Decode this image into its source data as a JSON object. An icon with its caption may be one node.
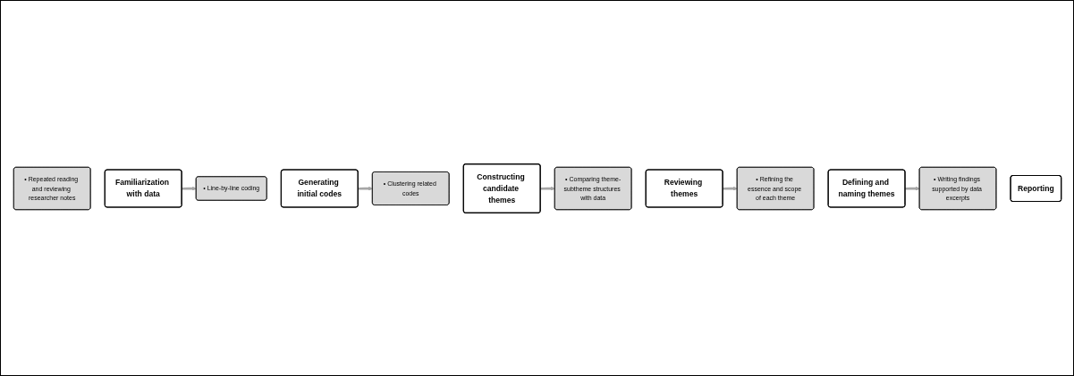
{
  "diagram": {
    "nodes": [
      {
        "text": [
          "Familiarization with data"
        ]
      },
      {
        "text": [
          "• Repeated reading and reviewing researcher notes"
        ]
      },
      {
        "text": [
          "Generating initial codes"
        ]
      },
      {
        "text": [
          "• Line-by-line coding"
        ]
      },
      {
        "text": [
          "Constructing candidate themes"
        ]
      },
      {
        "text": [
          "• Clustering related codes"
        ]
      },
      {
        "text": [
          "Reviewing themes"
        ]
      },
      {
        "text": [
          "• Comparing theme-subtheme structures with data"
        ]
      },
      {
        "text": [
          "Defining and naming themes"
        ]
      },
      {
        "text": [
          "• Refining the essence and scope of each theme"
        ]
      },
      {
        "text": [
          "Reporting"
        ]
      },
      {
        "text": [
          "• Writing findings supported by data excerpts"
        ]
      }
    ],
    "edges": [
      {
        "from": 0,
        "to": 3,
        "arrow": "to"
      },
      {
        "from": 2,
        "to": 5,
        "arrow": "to"
      },
      {
        "from": 4,
        "to": 7,
        "arrow": "to"
      },
      {
        "from": 6,
        "to": 9,
        "arrow": "to"
      },
      {
        "from": 8,
        "to": 11,
        "arrow": "to"
      }
    ]
  }
}
